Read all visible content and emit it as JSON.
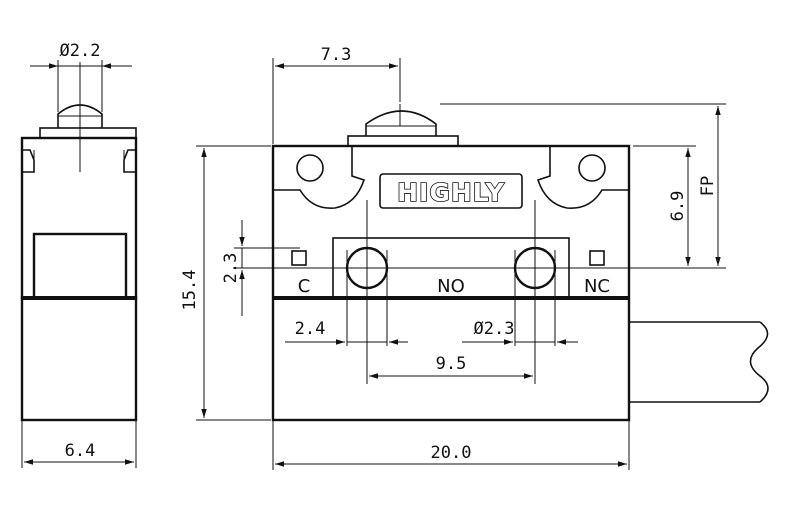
{
  "side_view": {
    "dia_label": "Ø2.2",
    "width_label": "6.4"
  },
  "front_view": {
    "brand": "HIGHLY",
    "terminals": [
      "C",
      "NO",
      "NC"
    ],
    "dims": {
      "actuator_offset": "7.3",
      "height": "15.4",
      "fp": "FP",
      "fp_height": "6.9",
      "hole_offset_v": "2.3",
      "hole_offset_h": "2.4",
      "hole_dia": "Ø2.3",
      "hole_spacing": "9.5",
      "length": "20.0"
    }
  }
}
